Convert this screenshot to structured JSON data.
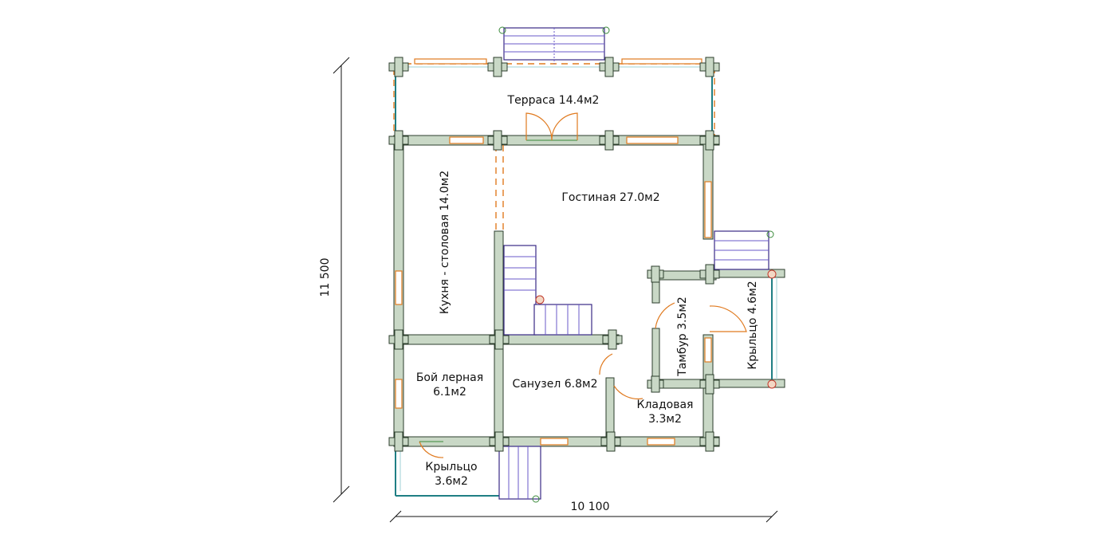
{
  "rooms": {
    "terrace": "Терраса 14.4м2",
    "living": "Гостиная 27.0м2",
    "kitchen": "Кухня - столовая 14.0м2",
    "boiler_line1": "Бой лерная",
    "boiler_line2": "6.1м2",
    "bathroom": "Санузел 6.8м2",
    "storage_line1": "Кладовая",
    "storage_line2": "3.3м2",
    "vestibule": "Тамбур 3.5м2",
    "porch_side": "Крыльцо 4.6м2",
    "porch_front_line1": "Крыльцо",
    "porch_front_line2": "3.6м2"
  },
  "dimensions": {
    "height": "11 500",
    "width": "10 100"
  },
  "colors": {
    "wall_fill": "#c9d8c6",
    "window": "#e07a1f",
    "railing": "#1f7f84",
    "stairs": "#3a2a86"
  }
}
